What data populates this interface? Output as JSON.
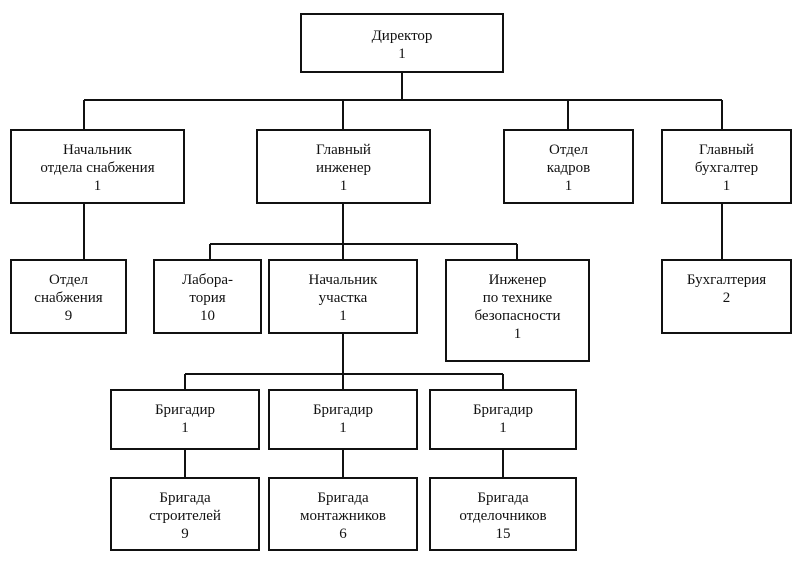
{
  "org_chart": {
    "director": {
      "title": "Директор",
      "count": "1"
    },
    "supply_head": {
      "title": "Начальник\nотдела снабжения",
      "count": "1"
    },
    "chief_engineer": {
      "title": "Главный\nинженер",
      "count": "1"
    },
    "hr_department": {
      "title": "Отдел\nкадров",
      "count": "1"
    },
    "chief_accountant": {
      "title": "Главный\nбухгалтер",
      "count": "1"
    },
    "supply_department": {
      "title": "Отдел\nснабжения",
      "count": "9"
    },
    "laboratory": {
      "title": "Лабора-\nтория",
      "count": "10"
    },
    "site_head": {
      "title": "Начальник\nучастка",
      "count": "1"
    },
    "safety_engineer": {
      "title": "Инженер\nпо технике\nбезопасности",
      "count": "1"
    },
    "accounting": {
      "title": "Бухгалтерия",
      "count": "2"
    },
    "foreman_1": {
      "title": "Бригадир",
      "count": "1"
    },
    "foreman_2": {
      "title": "Бригадир",
      "count": "1"
    },
    "foreman_3": {
      "title": "Бригадир",
      "count": "1"
    },
    "builders_team": {
      "title": "Бригада\nстроителей",
      "count": "9"
    },
    "installers_team": {
      "title": "Бригада\nмонтажников",
      "count": "6"
    },
    "finishers_team": {
      "title": "Бригада\nотделочников",
      "count": "15"
    }
  }
}
